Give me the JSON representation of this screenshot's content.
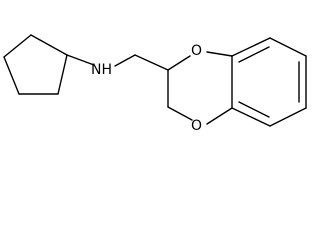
{
  "structure": {
    "atoms": {
      "amine_nitrogen": "NH",
      "ring_oxygen_upper": "O",
      "ring_oxygen_lower": "O"
    }
  }
}
